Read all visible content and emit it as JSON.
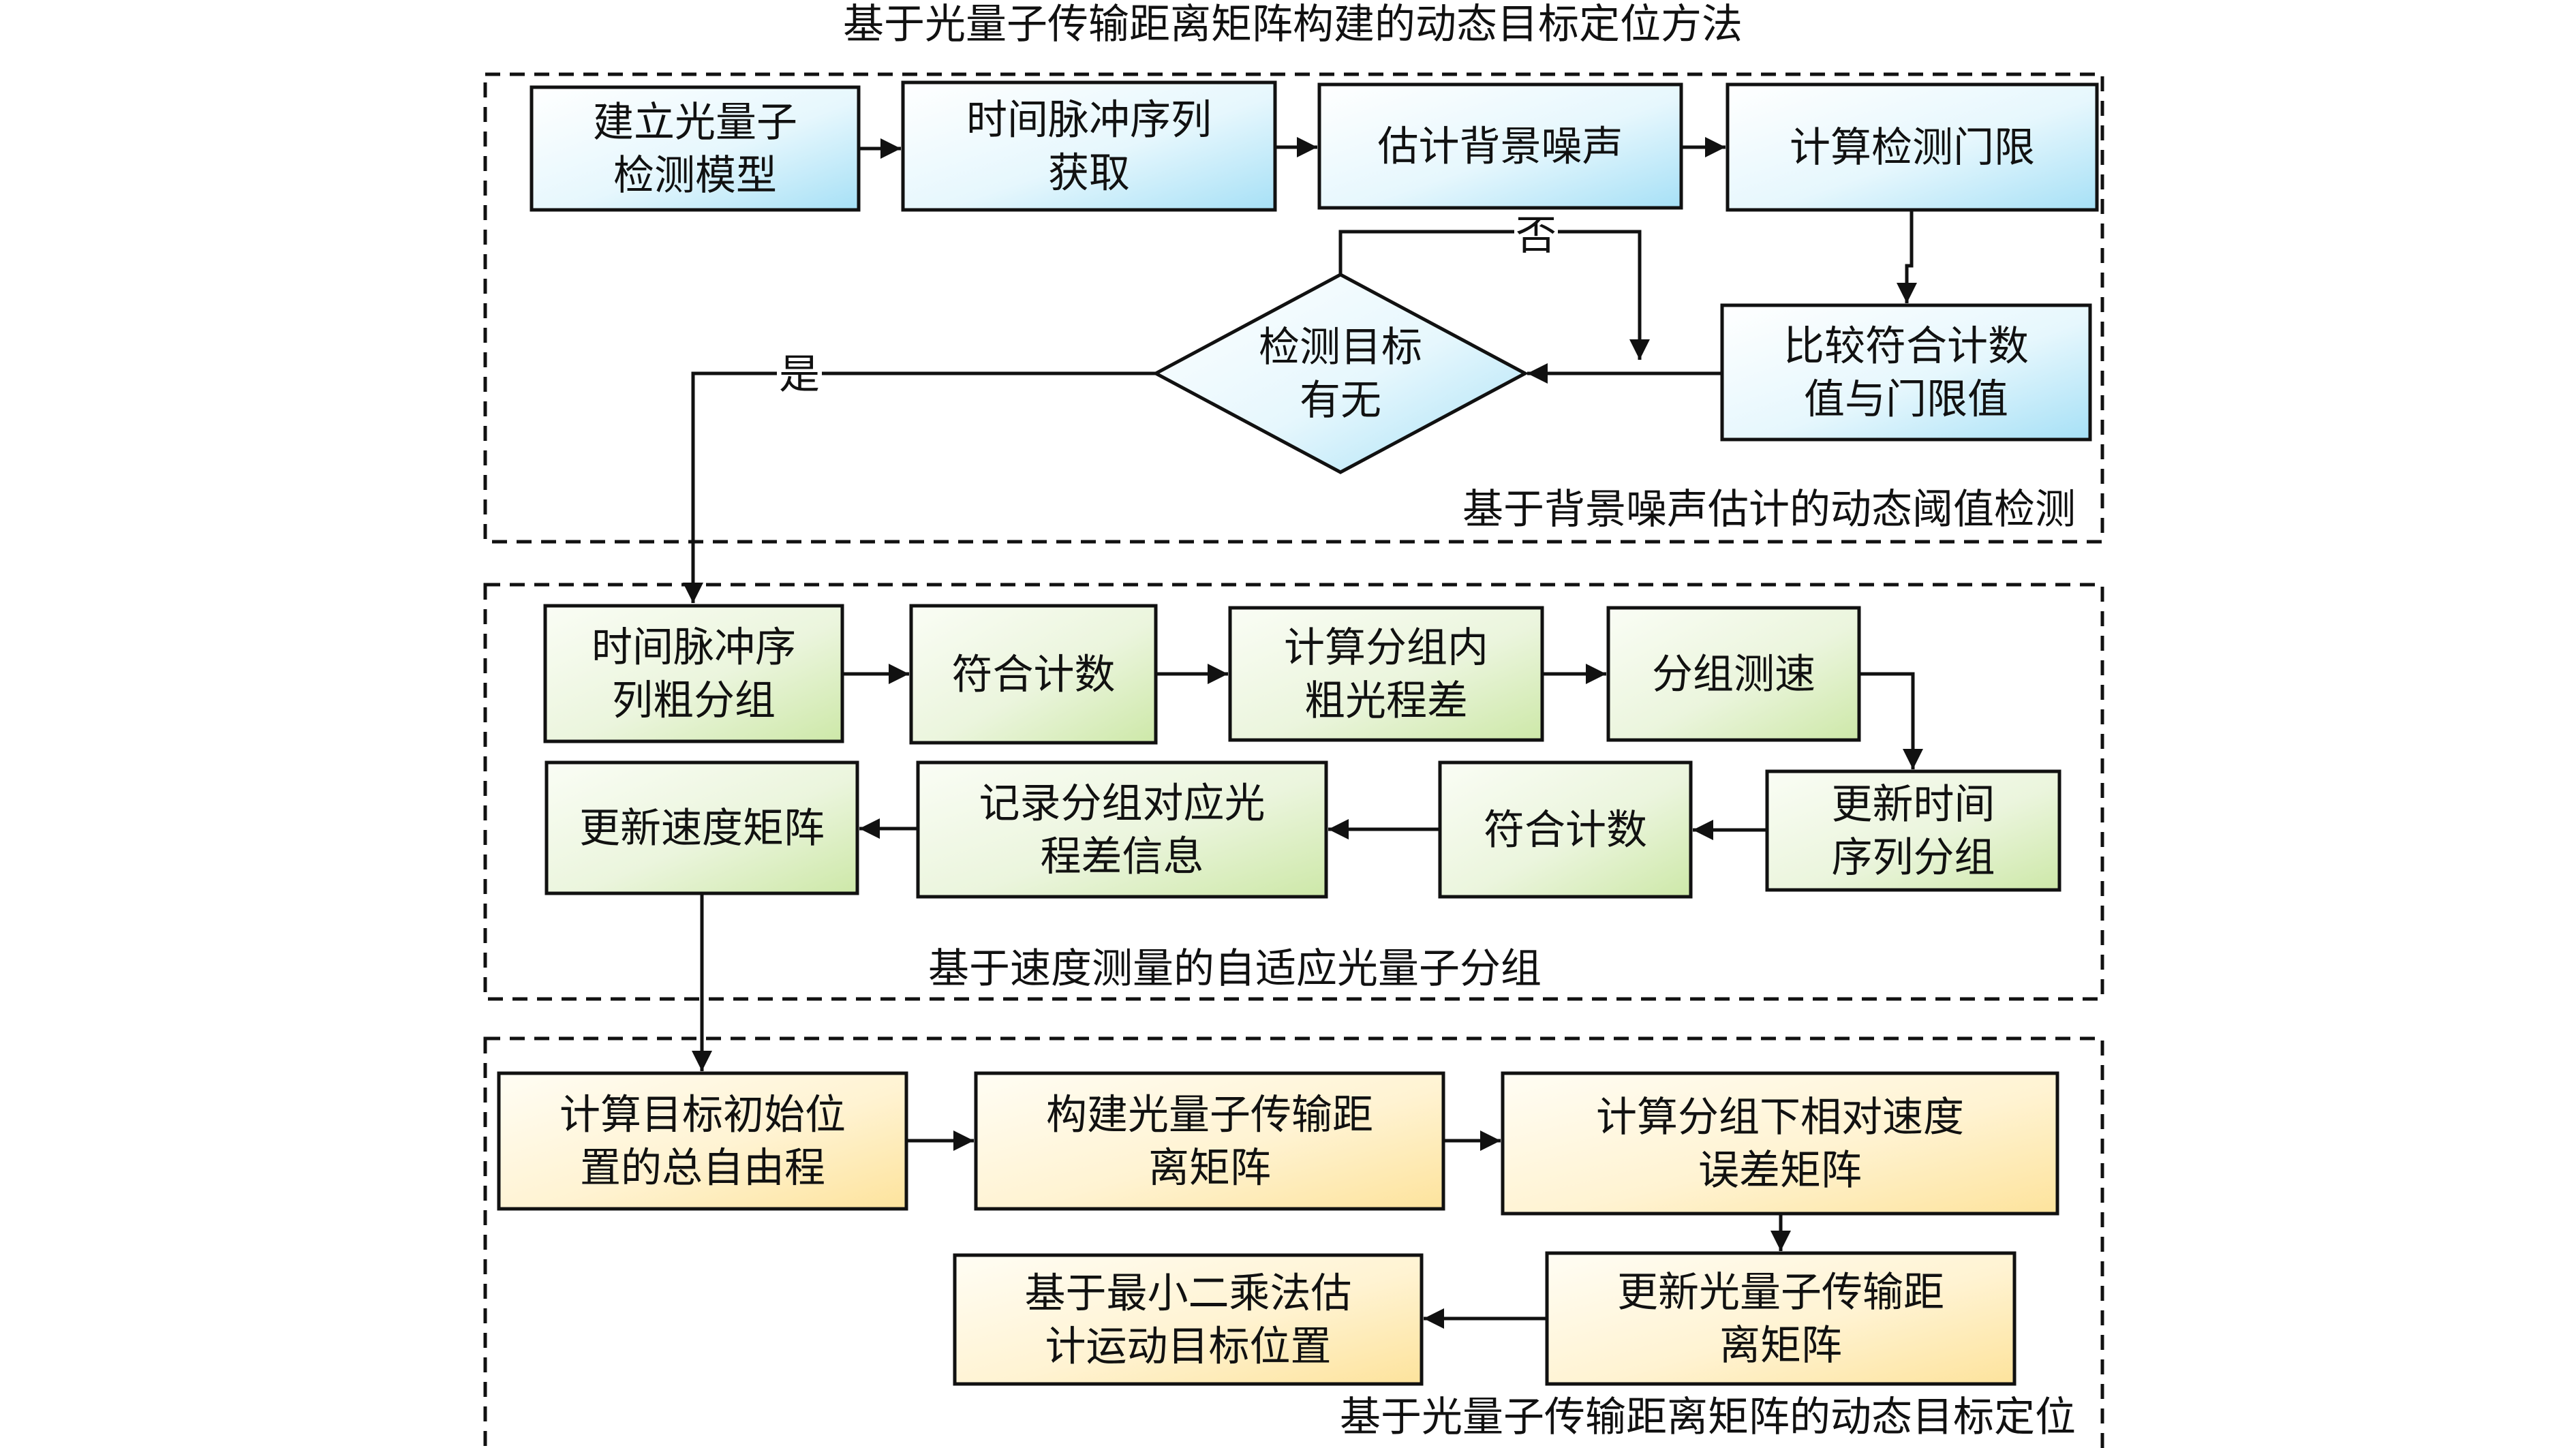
{
  "title": "基于光量子传输距离矩阵构建的动态目标定位方法",
  "colors": {
    "blue_light": "#ffffff",
    "blue_dark": "#a6e0f6",
    "green_light": "#fafdf5",
    "green_dark": "#cde8a8",
    "yellow_light": "#fffdf4",
    "yellow_dark": "#fde39c",
    "stroke": "#111111"
  },
  "sections": [
    {
      "id": "dynamic-threshold-detection",
      "label": "基于背景噪声估计的动态阈值检测",
      "theme": "blue",
      "nodes": [
        {
          "id": "build-model",
          "lines": [
            "建立光量子",
            "检测模型"
          ]
        },
        {
          "id": "acquire-pulse",
          "lines": [
            "时间脉冲序列",
            "获取"
          ]
        },
        {
          "id": "estimate-noise",
          "lines": [
            "估计背景噪声"
          ]
        },
        {
          "id": "compute-threshold",
          "lines": [
            "计算检测门限"
          ]
        },
        {
          "id": "compare-count",
          "lines": [
            "比较符合计数",
            "值与门限值"
          ]
        },
        {
          "id": "detect-target",
          "shape": "diamond",
          "lines": [
            "检测目标",
            "有无"
          ]
        }
      ]
    },
    {
      "id": "adaptive-grouping",
      "label": "基于速度测量的自适应光量子分组",
      "theme": "green",
      "nodes": [
        {
          "id": "coarse-group",
          "lines": [
            "时间脉冲序",
            "列粗分组"
          ]
        },
        {
          "id": "coincidence-count-1",
          "lines": [
            "符合计数"
          ]
        },
        {
          "id": "coarse-path-diff",
          "lines": [
            "计算分组内",
            "粗光程差"
          ]
        },
        {
          "id": "group-velocity",
          "lines": [
            "分组测速"
          ]
        },
        {
          "id": "update-sequence-group",
          "lines": [
            "更新时间",
            "序列分组"
          ]
        },
        {
          "id": "coincidence-count-2",
          "lines": [
            "符合计数"
          ]
        },
        {
          "id": "record-path-diff",
          "lines": [
            "记录分组对应光",
            "程差信息"
          ]
        },
        {
          "id": "update-velocity-matrix",
          "lines": [
            "更新速度矩阵"
          ]
        }
      ]
    },
    {
      "id": "dynamic-target-positioning",
      "label": "基于光量子传输距离矩阵的动态目标定位",
      "theme": "yellow",
      "nodes": [
        {
          "id": "initial-free-path",
          "lines": [
            "计算目标初始位",
            "置的总自由程"
          ]
        },
        {
          "id": "build-distance-matrix",
          "lines": [
            "构建光量子传输距",
            "离矩阵"
          ]
        },
        {
          "id": "velocity-error-matrix",
          "lines": [
            "计算分组下相对速度",
            "误差矩阵"
          ]
        },
        {
          "id": "update-distance-matrix",
          "lines": [
            "更新光量子传输距",
            "离矩阵"
          ]
        },
        {
          "id": "least-squares-estimate",
          "lines": [
            "基于最小二乘法估",
            "计运动目标位置"
          ]
        }
      ]
    }
  ],
  "edge_labels": {
    "no": "否",
    "yes": "是"
  },
  "edges": [
    {
      "from": "build-model",
      "to": "acquire-pulse"
    },
    {
      "from": "acquire-pulse",
      "to": "estimate-noise"
    },
    {
      "from": "estimate-noise",
      "to": "compute-threshold"
    },
    {
      "from": "compute-threshold",
      "to": "compare-count"
    },
    {
      "from": "compare-count",
      "to": "detect-target"
    },
    {
      "from": "detect-target",
      "to": "compare-count-loop",
      "label": "否"
    },
    {
      "from": "detect-target",
      "to": "coarse-group",
      "label": "是"
    },
    {
      "from": "coarse-group",
      "to": "coincidence-count-1"
    },
    {
      "from": "coincidence-count-1",
      "to": "coarse-path-diff"
    },
    {
      "from": "coarse-path-diff",
      "to": "group-velocity"
    },
    {
      "from": "group-velocity",
      "to": "update-sequence-group"
    },
    {
      "from": "update-sequence-group",
      "to": "coincidence-count-2"
    },
    {
      "from": "coincidence-count-2",
      "to": "record-path-diff"
    },
    {
      "from": "record-path-diff",
      "to": "update-velocity-matrix"
    },
    {
      "from": "update-velocity-matrix",
      "to": "initial-free-path"
    },
    {
      "from": "initial-free-path",
      "to": "build-distance-matrix"
    },
    {
      "from": "build-distance-matrix",
      "to": "velocity-error-matrix"
    },
    {
      "from": "velocity-error-matrix",
      "to": "update-distance-matrix"
    },
    {
      "from": "update-distance-matrix",
      "to": "least-squares-estimate"
    }
  ]
}
